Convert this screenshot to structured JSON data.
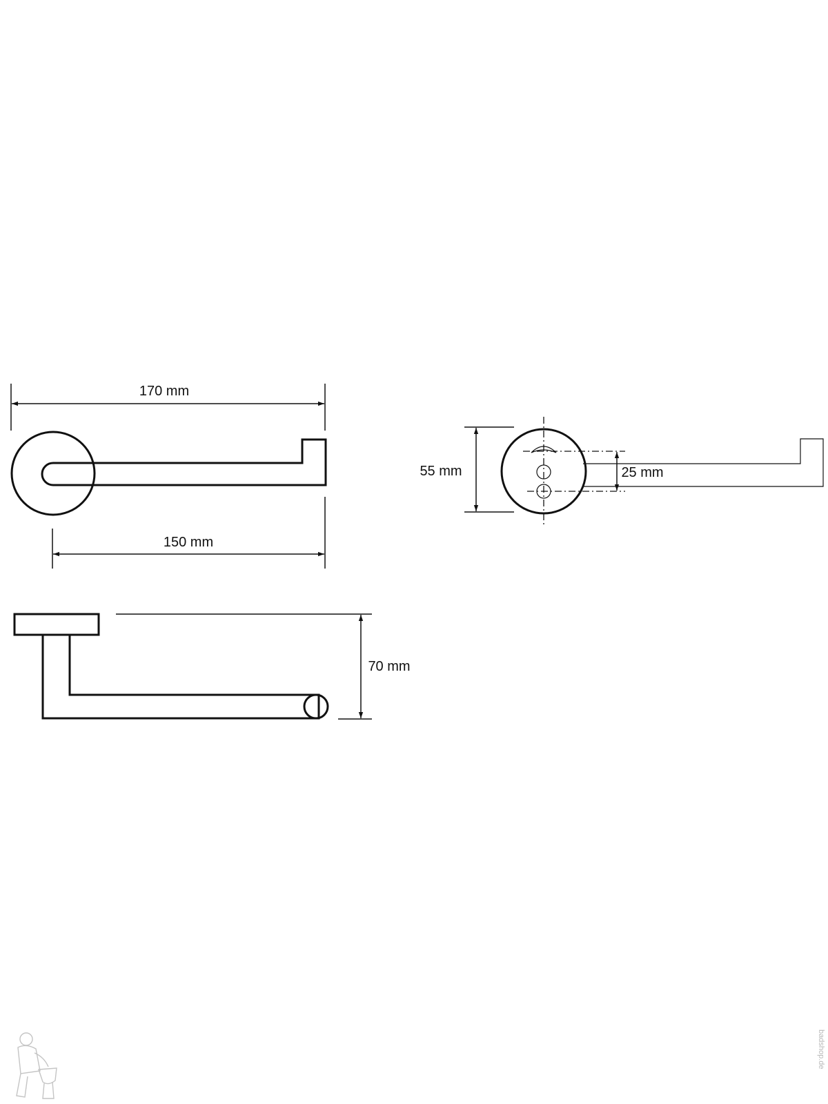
{
  "dimensions": {
    "top_view_total_length": "170 mm",
    "top_view_arm_length": "150 mm",
    "side_view_height": "55 mm",
    "hole_spacing": "25 mm",
    "projection_depth": "70 mm"
  },
  "watermark": {
    "site_text": "badshop.de",
    "logo_icon": "plumber-mascot-icon"
  },
  "colors": {
    "line": "#111111",
    "background": "#ffffff",
    "watermark": "#b8b8b8"
  }
}
